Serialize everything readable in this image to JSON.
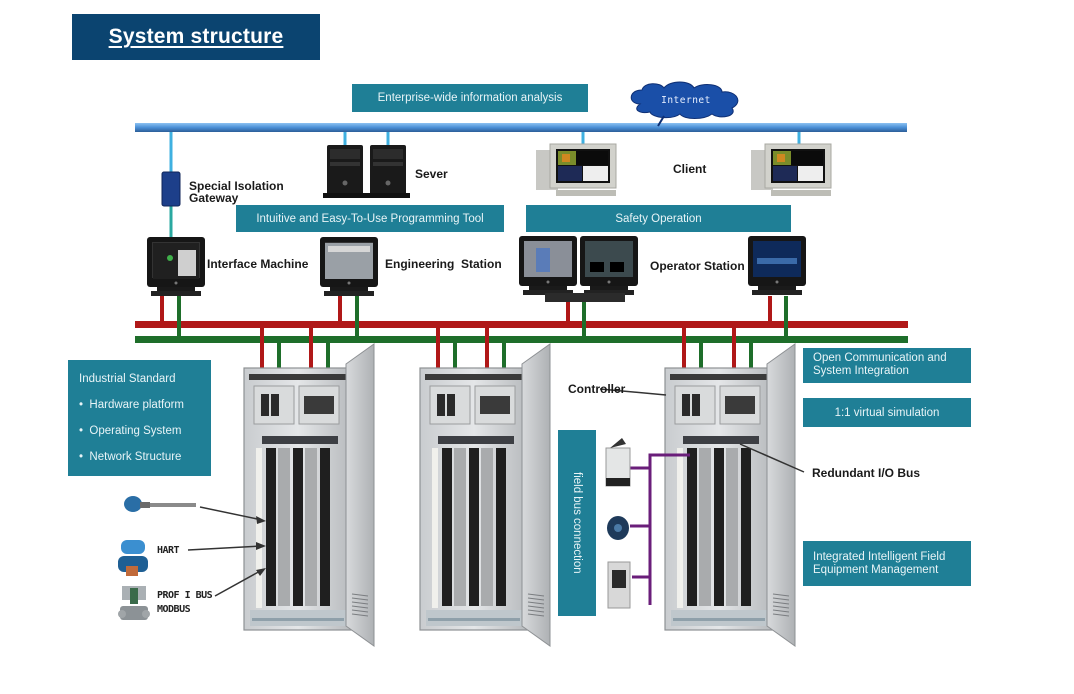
{
  "title": "System structure",
  "top_layer": {
    "enterprise_box": "Enterprise-wide information analysis",
    "internet_cloud": "Internet",
    "server_label": "Sever",
    "client_label": "Client",
    "gateway_label_line1": "Special Isolation",
    "gateway_label_line2": "Gateway"
  },
  "feature_bars": {
    "programming_tool": "Intuitive and Easy-To-Use Programming Tool",
    "safety_operation": "Safety Operation"
  },
  "stations": {
    "interface_machine": "Interface Machine",
    "engineering_station": "Engineering  Station",
    "operator_station": "Operator Station"
  },
  "industrial_standard": {
    "heading": "Industrial Standard",
    "items": [
      "Hardware platform",
      "Operating System",
      "Network Structure"
    ]
  },
  "right_boxes": {
    "open_communication_line1": "Open Communication and",
    "open_communication_line2": "System Integration",
    "virtual_simulation": "1:1 virtual simulation",
    "field_equipment_line1": "Integrated Intelligent Field",
    "field_equipment_line2": "Equipment Management"
  },
  "cabinet_labels": {
    "controller": "Controller",
    "redundant_io_bus": "Redundant I/O Bus",
    "field_bus_connection": "field bus connection"
  },
  "field_protocols": {
    "hart": "HART",
    "profibus": "PROF I BUS",
    "modbus": "MODBUS"
  },
  "colors": {
    "title_bg": "#0b4470",
    "teal_box": "#1f7f96",
    "enterprise_bus": "#4a8fd6",
    "control_bus_red": "#b01818",
    "control_bus_green": "#1e6e2a",
    "fieldbus_purple": "#6a1e7a",
    "internet_cloud": "#1a4fa8"
  }
}
